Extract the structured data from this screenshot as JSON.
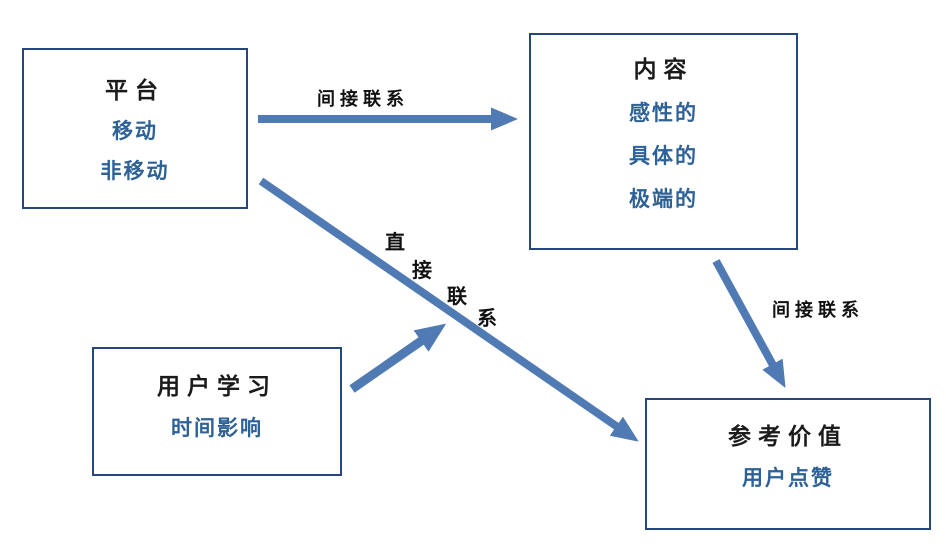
{
  "colors": {
    "background": "#ffffff",
    "arrow": "#4f7ab3",
    "box_border": "#26477e",
    "title_text": "#1b1b1b",
    "sub_text": "#2e6196",
    "label_text": "#111111"
  },
  "boxes": {
    "platform": {
      "title": "平台",
      "items": [
        "移动",
        "非移动"
      ]
    },
    "content": {
      "title": "内容",
      "items": [
        "感性的",
        "具体的",
        "极端的"
      ]
    },
    "user_learning": {
      "title": "用户学习",
      "items": [
        "时间影响"
      ]
    },
    "reference_value": {
      "title": "参考价值",
      "items": [
        "用户点赞"
      ]
    }
  },
  "arrows": {
    "platform_to_content": {
      "label": "间接联系"
    },
    "platform_to_reference": {
      "label": "直接联系",
      "label_chars": [
        "直",
        "接",
        "联",
        "系"
      ]
    },
    "content_to_reference": {
      "label": "间接联系"
    }
  }
}
